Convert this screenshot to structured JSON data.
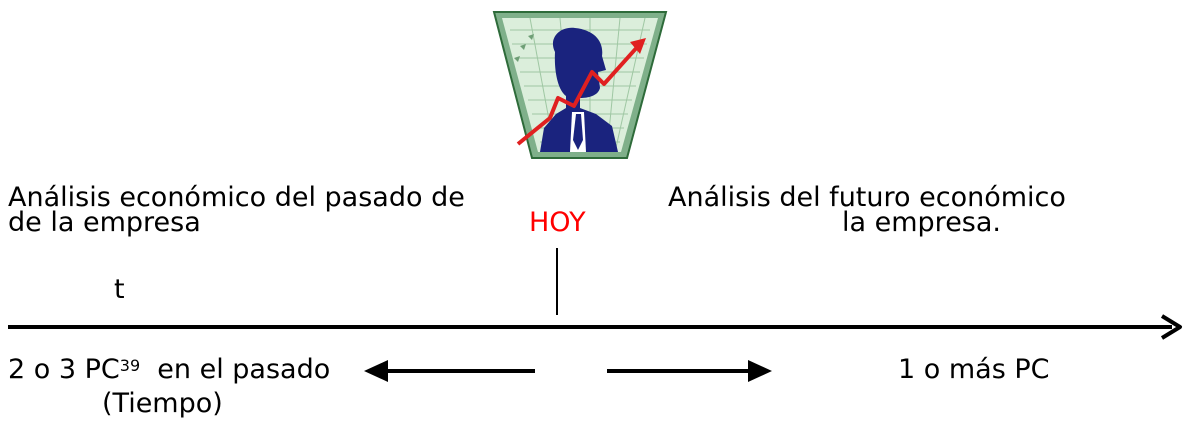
{
  "labels": {
    "past_line1": "Análisis económico del pasado de",
    "past_line2": "de la empresa",
    "future_line1": "Análisis  del  futuro  económico",
    "future_line2": "la empresa.",
    "today": "HOY",
    "t": "t",
    "past_pc": "2 o 3 PC",
    "past_pc_sup": "39",
    "past_pc_tail": "  en el pasado",
    "time": "(Tiempo)",
    "future_pc": "1 o más PC"
  },
  "colors": {
    "today": "#ff0000",
    "line": "#000000",
    "trend_arrow": "#e02020",
    "figure": "#1a237e",
    "grid_bg": "#cfe6cf"
  },
  "icons": {
    "business_growth": "businessman-trend-arrow-icon"
  }
}
